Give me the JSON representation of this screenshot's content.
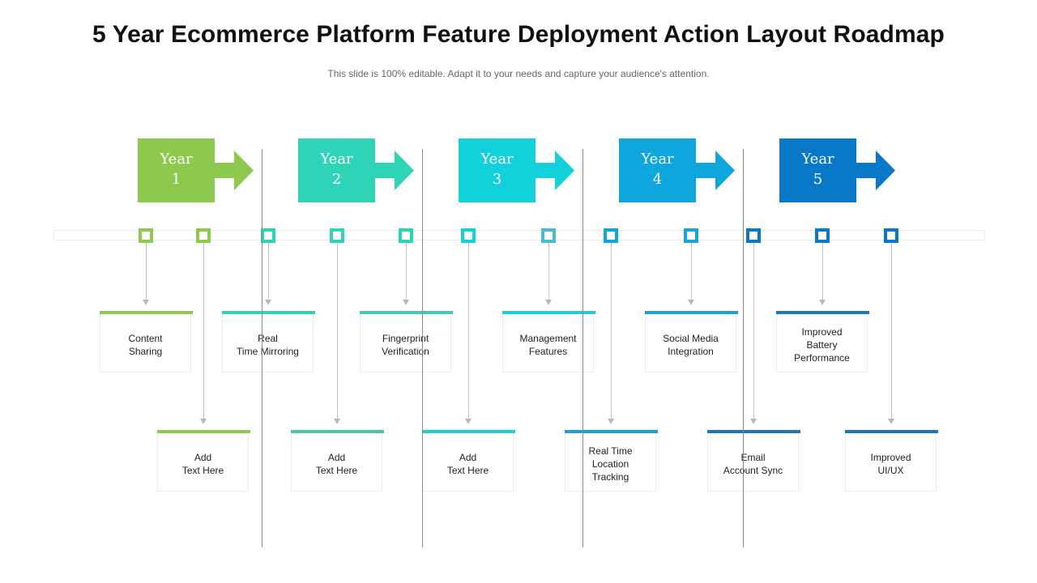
{
  "title": "5 Year Ecommerce Platform Feature Deployment Action Layout Roadmap",
  "subtitle": "This slide is 100% editable. Adapt it to your needs and capture your audience's attention.",
  "colors": {
    "year1": "#8dc94e",
    "year2": "#2fd3b5",
    "year3": "#13d1da",
    "year4": "#0ea6dc",
    "year5": "#0a78c9",
    "divider": "#8a8a8a",
    "connector": "#c4c4c4"
  },
  "years": [
    {
      "word": "Year",
      "number": "1",
      "color": "#8dc94e"
    },
    {
      "word": "Year",
      "number": "2",
      "color": "#2fd3b5"
    },
    {
      "word": "Year",
      "number": "3",
      "color": "#13d1da"
    },
    {
      "word": "Year",
      "number": "4",
      "color": "#0ea6dc"
    },
    {
      "word": "Year",
      "number": "5",
      "color": "#0a78c9"
    }
  ],
  "milestones": [
    {
      "label": "Content\nSharing",
      "row": "top",
      "year": 1,
      "marker_color": "#8dc94e",
      "bar_color": "#8dc94e"
    },
    {
      "label": "Add\nText Here",
      "row": "bottom",
      "year": 1,
      "marker_color": "#8dc94e",
      "bar_color": "#8dc94e"
    },
    {
      "label": "Real\nTime Mirroring",
      "row": "top",
      "year": 2,
      "marker_color": "#2fd3b5",
      "bar_color": "#2fd3b5"
    },
    {
      "label": "Add\nText Here",
      "row": "bottom",
      "year": 2,
      "marker_color": "#2fd3b5",
      "bar_color": "#4cc9a2"
    },
    {
      "label": "Fingerprint\nVerification",
      "row": "top",
      "year": 2,
      "marker_color": "#2fd3b5",
      "bar_color": "#3ecdb5"
    },
    {
      "label": "Add\nText Here",
      "row": "bottom",
      "year": 3,
      "marker_color": "#13d1da",
      "bar_color": "#1ccfd6"
    },
    {
      "label": "Management\nFeatures",
      "row": "top",
      "year": 3,
      "marker_color": "#4bb8d6",
      "bar_color": "#1ccfd6"
    },
    {
      "label": "Real Time\nLocation\nTracking",
      "row": "bottom",
      "year": 4,
      "marker_color": "#0ea6dc",
      "bar_color": "#1ba2cc"
    },
    {
      "label": "Social Media\nIntegration",
      "row": "top",
      "year": 4,
      "marker_color": "#1ea3d8",
      "bar_color": "#1ba2d4"
    },
    {
      "label": "Email\nAccount Sync",
      "row": "bottom",
      "year": 5,
      "marker_color": "#0a78c9",
      "bar_color": "#1b78b0"
    },
    {
      "label": "Improved\nBattery\nPerformance",
      "row": "top",
      "year": 5,
      "marker_color": "#0a78c9",
      "bar_color": "#1b78b0"
    },
    {
      "label": "Improved\nUI/UX",
      "row": "bottom",
      "year": 5,
      "marker_color": "#0a78c9",
      "bar_color": "#1b78b0"
    }
  ]
}
